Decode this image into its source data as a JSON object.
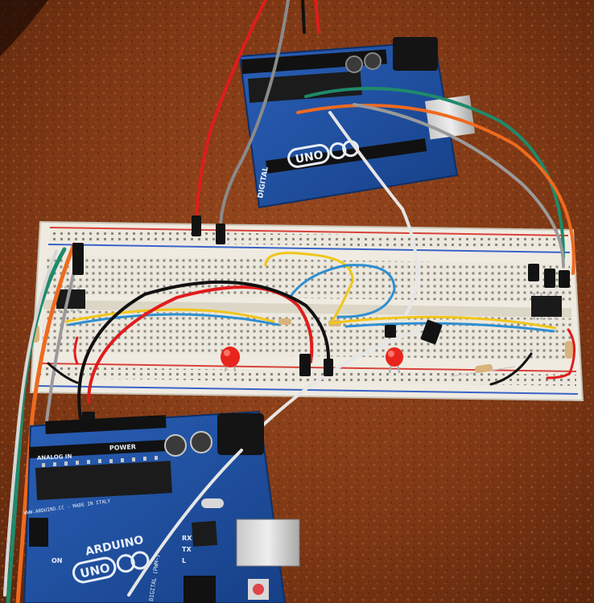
{
  "photo": {
    "colors": {
      "table": "#8a3f1a",
      "table_dark": "#5e2a10",
      "breadboard": "#ece8de",
      "rail_red": "#d8423a",
      "rail_blue": "#3a63c8",
      "arduino_board": "#1d4fa0",
      "chip": "#1a1a1a",
      "led": "#e8251c",
      "wire_red": "#e01c1c",
      "wire_black": "#111111",
      "wire_yellow": "#f0c61a",
      "wire_blue": "#2f8fd0",
      "wire_white": "#e6e6e6",
      "wire_gray": "#9a9a9a",
      "wire_green": "#1f8a6a",
      "wire_orange": "#ee6a1e"
    },
    "objects": [
      "arduino-uno-top",
      "breadboard",
      "arduino-uno-bottom",
      "led-left",
      "led-right",
      "ic-left",
      "ic-right",
      "resistors",
      "jumper-wires"
    ]
  },
  "arduino_top": {
    "logo_text": "UNO",
    "label_digital": "DIGITAL"
  },
  "arduino_bottom": {
    "logo_text": "UNO",
    "label_brand": "ARDUINO",
    "label_power": "POWER",
    "label_analog": "ANALOG IN",
    "label_digital": "DIGITAL (PWM~)",
    "label_made_in": "WWW.ARDUINO.CC - MADE IN ITALY",
    "label_on": "ON",
    "label_tx": "TX",
    "label_rx": "RX",
    "label_l": "L"
  }
}
